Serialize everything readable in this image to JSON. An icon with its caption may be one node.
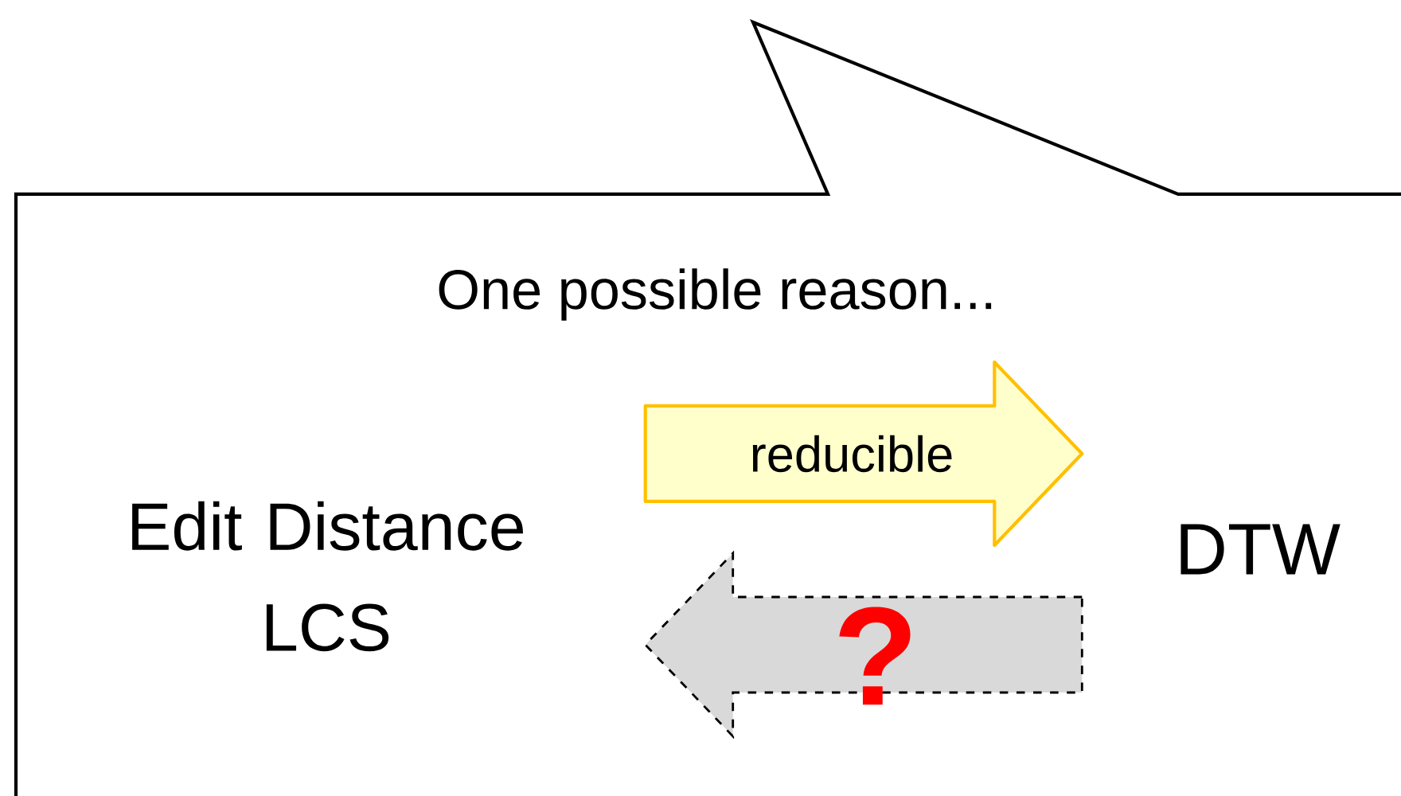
{
  "diagram": {
    "nodes": [
      {
        "text": [
          "One possible reason..."
        ]
      },
      {
        "text": [
          "Edit Distance LCS"
        ],
        "in": 0
      },
      {
        "text": [
          "DTW"
        ],
        "in": 0
      }
    ],
    "edges": [
      {
        "from": 1,
        "to": 2,
        "arrow": "to",
        "label": "reducible",
        "color": "#ffffcc"
      },
      {
        "from": 2,
        "to": 1,
        "arrow": "to",
        "label": "?",
        "style": "dashed",
        "color": "#d9d9d9"
      }
    ]
  }
}
